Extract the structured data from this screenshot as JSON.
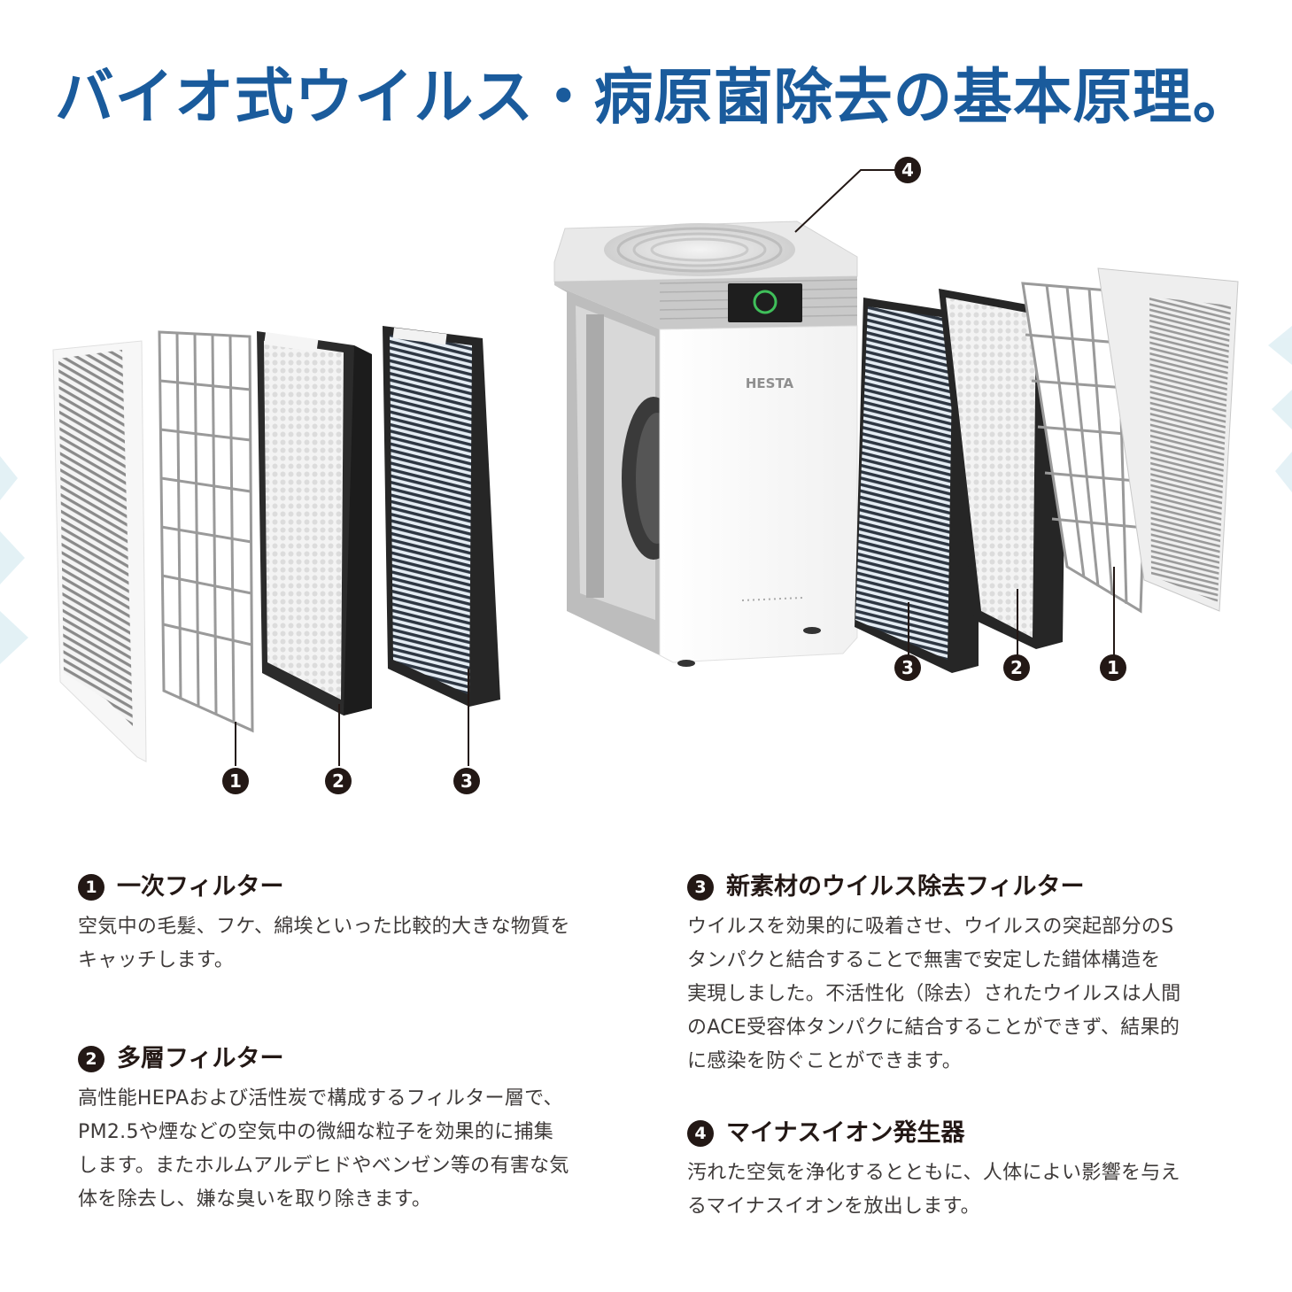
{
  "title": "バイオ式ウイルス・病原菌除去の基本原理。",
  "colors": {
    "title": "#1a5b9c",
    "text": "#231815",
    "body_text": "#3e3a39",
    "marker_bg": "#231815",
    "decor_accent": "#d9eef4"
  },
  "illustration": {
    "brand_label": "HESTA",
    "display_icon": "ccs-display-icon",
    "left_group_markers": [
      "1",
      "2",
      "3"
    ],
    "right_group_markers": [
      "3",
      "2",
      "1"
    ],
    "top_marker": "4"
  },
  "sections": [
    {
      "number": "1",
      "heading": "一次フィルター",
      "lines": [
        "空気中の毛髪、フケ、綿埃といった比較的大きな物質を",
        "キャッチします。"
      ]
    },
    {
      "number": "2",
      "heading": "多層フィルター",
      "lines": [
        "高性能HEPAおよび活性炭で構成するフィルター層で、",
        "PM2.5や煙などの空気中の微細な粒子を効果的に捕集",
        "します。またホルムアルデヒドやベンゼン等の有害な気",
        "体を除去し、嫌な臭いを取り除きます。"
      ]
    },
    {
      "number": "3",
      "heading": "新素材のウイルス除去フィルター",
      "lines": [
        "ウイルスを効果的に吸着させ、ウイルスの突起部分のS",
        "タンパクと結合することで無害で安定した錯体構造を",
        "実現しました。不活性化（除去）されたウイルスは人間",
        "のACE受容体タンパクに結合することができず、結果的",
        "に感染を防ぐことができます。"
      ]
    },
    {
      "number": "4",
      "heading": "マイナスイオン発生器",
      "lines": [
        "汚れた空気を浄化するとともに、人体によい影響を与え",
        "るマイナスイオンを放出します。"
      ]
    }
  ]
}
